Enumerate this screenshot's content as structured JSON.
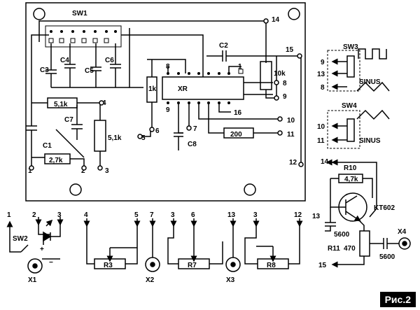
{
  "figure_label": "Рис.2",
  "board": {
    "switch_label": "SW1",
    "pins": [
      "1",
      "2",
      "3",
      "4",
      "5",
      "6",
      "7",
      "8",
      "9",
      "10",
      "11",
      "12",
      "14",
      "15",
      "16"
    ],
    "components": {
      "c1": "C1",
      "c2": "C2",
      "c3": "C3",
      "c4": "C4",
      "c5": "C5",
      "c6": "C6",
      "c7": "C7",
      "c8": "C8",
      "r_5k1_a": "5,1k",
      "r_5k1_b": "5,1k",
      "r_2k7": "2,7k",
      "r_1k": "1k",
      "r_10k": "10k",
      "r_200": "200",
      "ic": "XR"
    }
  },
  "sw3": {
    "label": "SW3",
    "pins": [
      "9",
      "13",
      "8"
    ],
    "mode_label": "SINUS"
  },
  "sw4": {
    "label": "SW4",
    "pins": [
      "10",
      "11"
    ],
    "mode_label": "SINUS"
  },
  "amp": {
    "r10_label": "R10",
    "r10_value": "4,7k",
    "transistor": "KT602",
    "c_label": "5600",
    "r11_label": "R11",
    "r11_value": "470",
    "c_out_label": "5600",
    "out_label": "X4",
    "pins": [
      "14",
      "13",
      "15"
    ]
  },
  "panel": {
    "sw2_label": "SW2",
    "x1": "X1",
    "x2": "X2",
    "x3": "X3",
    "r3": "R3",
    "r7": "R7",
    "r8": "R8",
    "pins": [
      "1",
      "2",
      "3",
      "4",
      "5",
      "7",
      "3",
      "6",
      "13",
      "3",
      "12"
    ],
    "plus": "+",
    "minus": "−"
  }
}
